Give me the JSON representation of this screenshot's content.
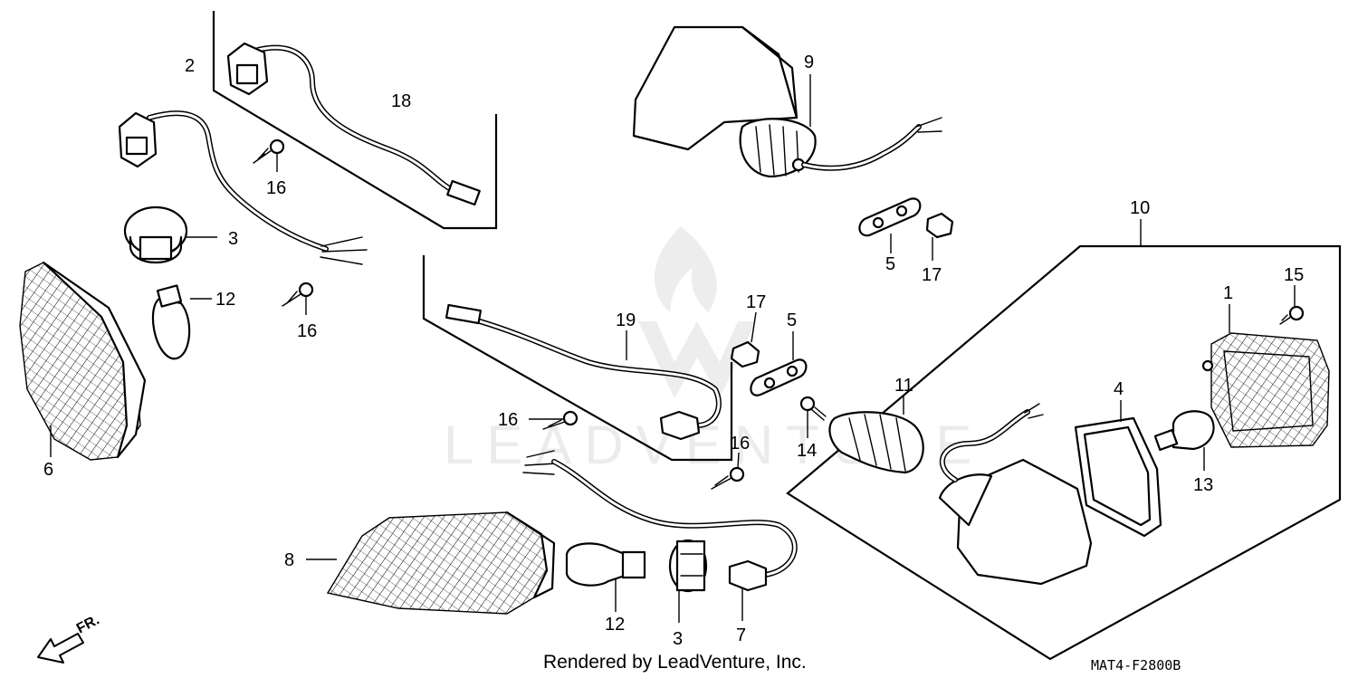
{
  "callouts": {
    "c1": "1",
    "c2": "2",
    "c3a": "3",
    "c3b": "3",
    "c4": "4",
    "c5a": "5",
    "c5b": "5",
    "c6": "6",
    "c7": "7",
    "c8": "8",
    "c9": "9",
    "c10": "10",
    "c11": "11",
    "c12a": "12",
    "c12b": "12",
    "c13": "13",
    "c14": "14",
    "c15": "15",
    "c16a": "16",
    "c16b": "16",
    "c16c": "16",
    "c16d": "16",
    "c17a": "17",
    "c17b": "17",
    "c18": "18",
    "c19": "19"
  },
  "direction_label": "FR.",
  "footer": "Rendered by LeadVenture, Inc.",
  "diagram_code": "MAT4-F2800B",
  "watermark": "LEADVENTURE",
  "colors": {
    "ink": "#000000",
    "paper": "#ffffff",
    "watermark": "#e9e9e9"
  }
}
